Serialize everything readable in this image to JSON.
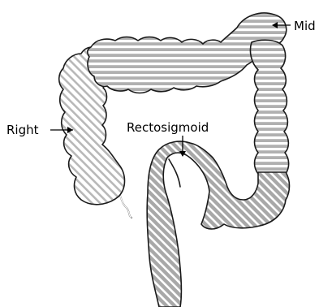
{
  "labels": {
    "right": "Right",
    "mid": "Mid",
    "rectosigmoid": "Rectosigmoid"
  },
  "colors": {
    "fill": "#b0b0b0",
    "hatch": "#ffffff",
    "outline": "#1a1a1a",
    "text": "#000000"
  }
}
